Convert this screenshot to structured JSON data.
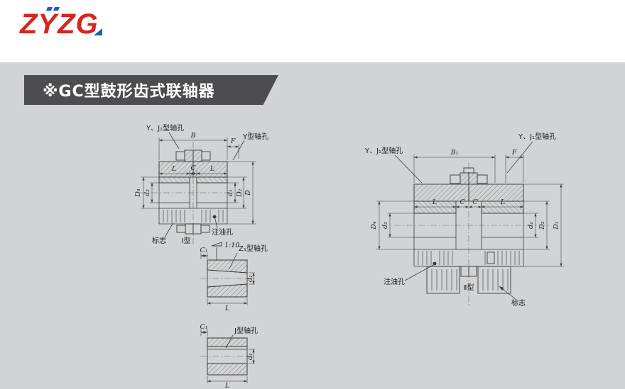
{
  "logo": {
    "text": "ZYZG"
  },
  "banner": {
    "title": "※GC型鼓形齿式联轴器"
  },
  "fig1": {
    "bore_label_left": "Y、J₁型轴孔",
    "dim_B": "B",
    "dim_F": "F",
    "bore_label_right": "Y型轴孔",
    "dim_L1": "L",
    "dim_C": "C",
    "dim_L2": "L",
    "dim_D4": "D₄",
    "dim_d2": "d₂",
    "dim_d1": "d₁",
    "dim_D2": "D₂",
    "dim_D": "D",
    "label_mark": "标志",
    "label_type": "Ⅰ型",
    "label_oil": "注油孔"
  },
  "fig2": {
    "taper": "1:10",
    "bore_label": "Z₁型轴孔",
    "dim_C1": "C₁",
    "dim_L": "L",
    "dim_d": "d₁"
  },
  "fig3": {
    "bore_label": "J型轴孔",
    "dim_C1": "C₁",
    "dim_L": "L",
    "dim_d": "d₁"
  },
  "fig4": {
    "bore_label_left": "Y、J₁型轴孔",
    "dim_B1": "B₁",
    "dim_F": "F",
    "bore_label_right": "Y、J₁型轴孔",
    "dim_L1": "L",
    "dim_C1": "C",
    "dim_C2": "C",
    "dim_L2": "L",
    "dim_D4": "D₄",
    "dim_d2": "d₂",
    "dim_d1": "d₁",
    "dim_D2": "D₂",
    "dim_D1": "D₁",
    "label_oil": "注油孔",
    "label_type": "Ⅱ型",
    "label_mark": "标志"
  }
}
